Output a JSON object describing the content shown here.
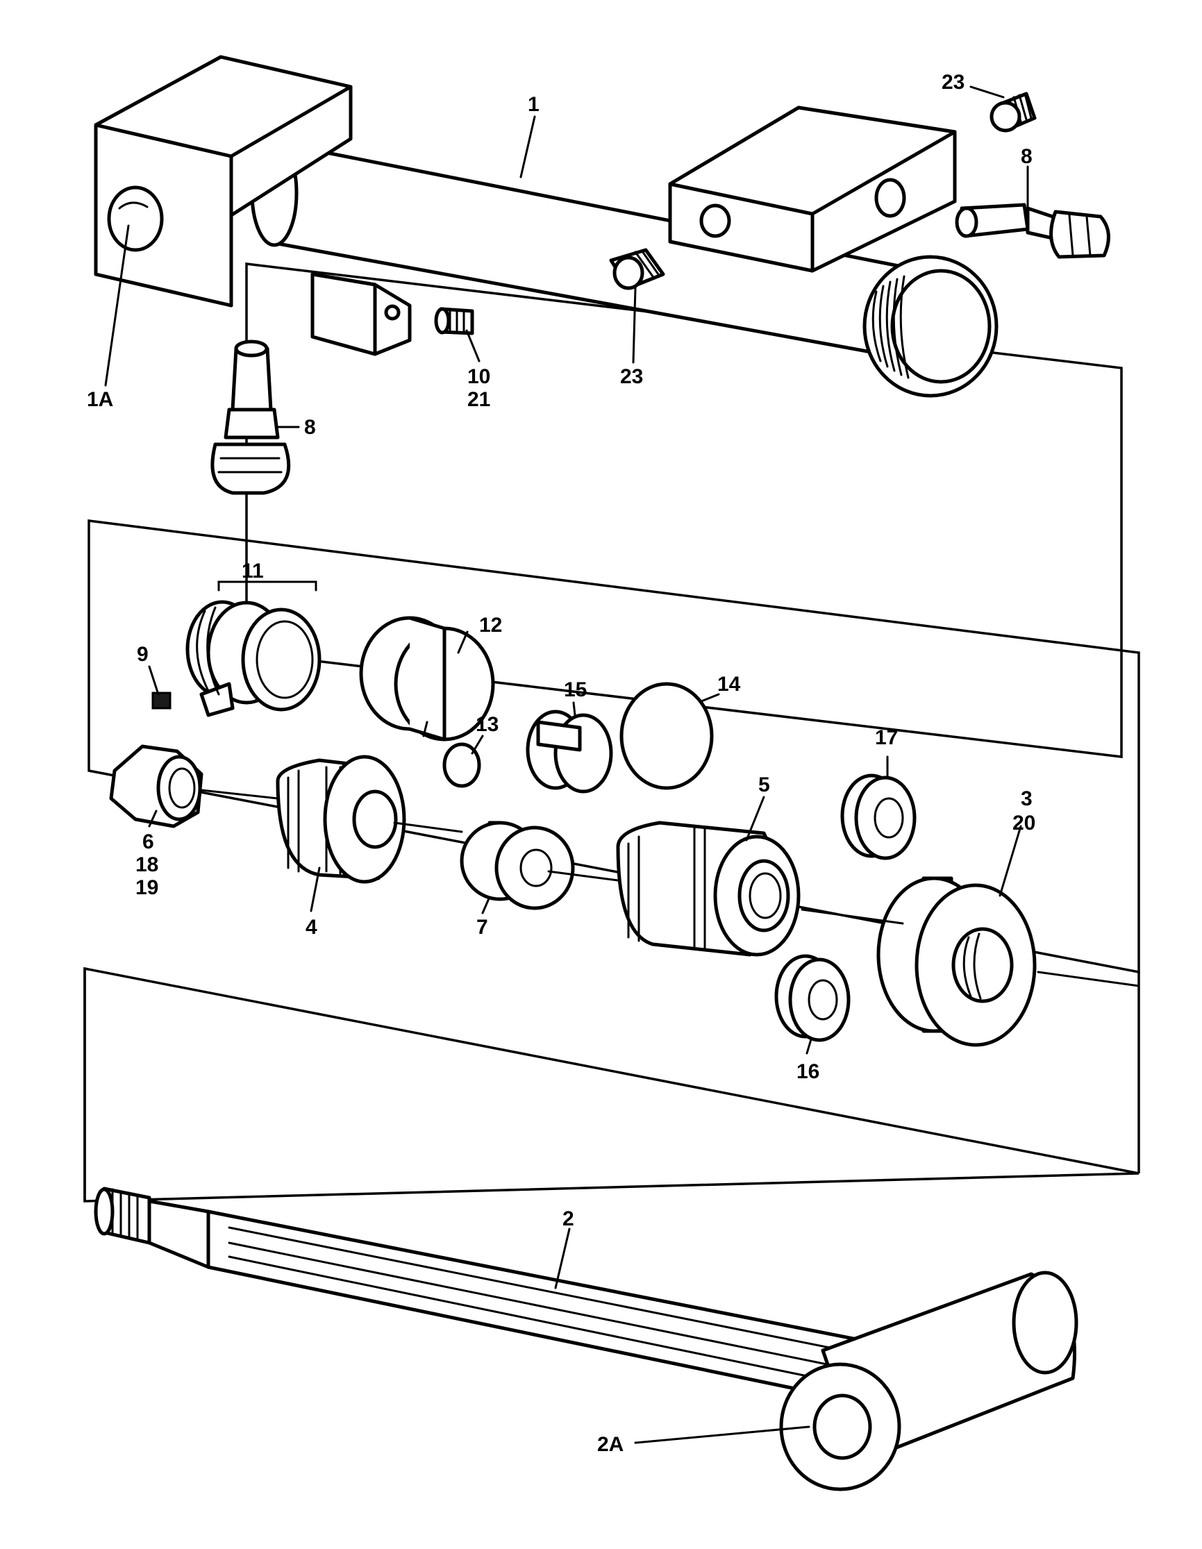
{
  "callouts": {
    "c1": "1",
    "c1a": "1A",
    "c2": "2",
    "c2a": "2A",
    "c3": "3",
    "c20": "20",
    "c4": "4",
    "c5": "5",
    "c6": "6",
    "c18": "18",
    "c19": "19",
    "c7": "7",
    "c8_right": "8",
    "c8_left": "8",
    "c9": "9",
    "c10": "10",
    "c21": "21",
    "c11": "11",
    "c12": "12",
    "c13": "13",
    "c14": "14",
    "c15": "15",
    "c16": "16",
    "c17": "17",
    "c23_top": "23",
    "c23_mid": "23"
  }
}
